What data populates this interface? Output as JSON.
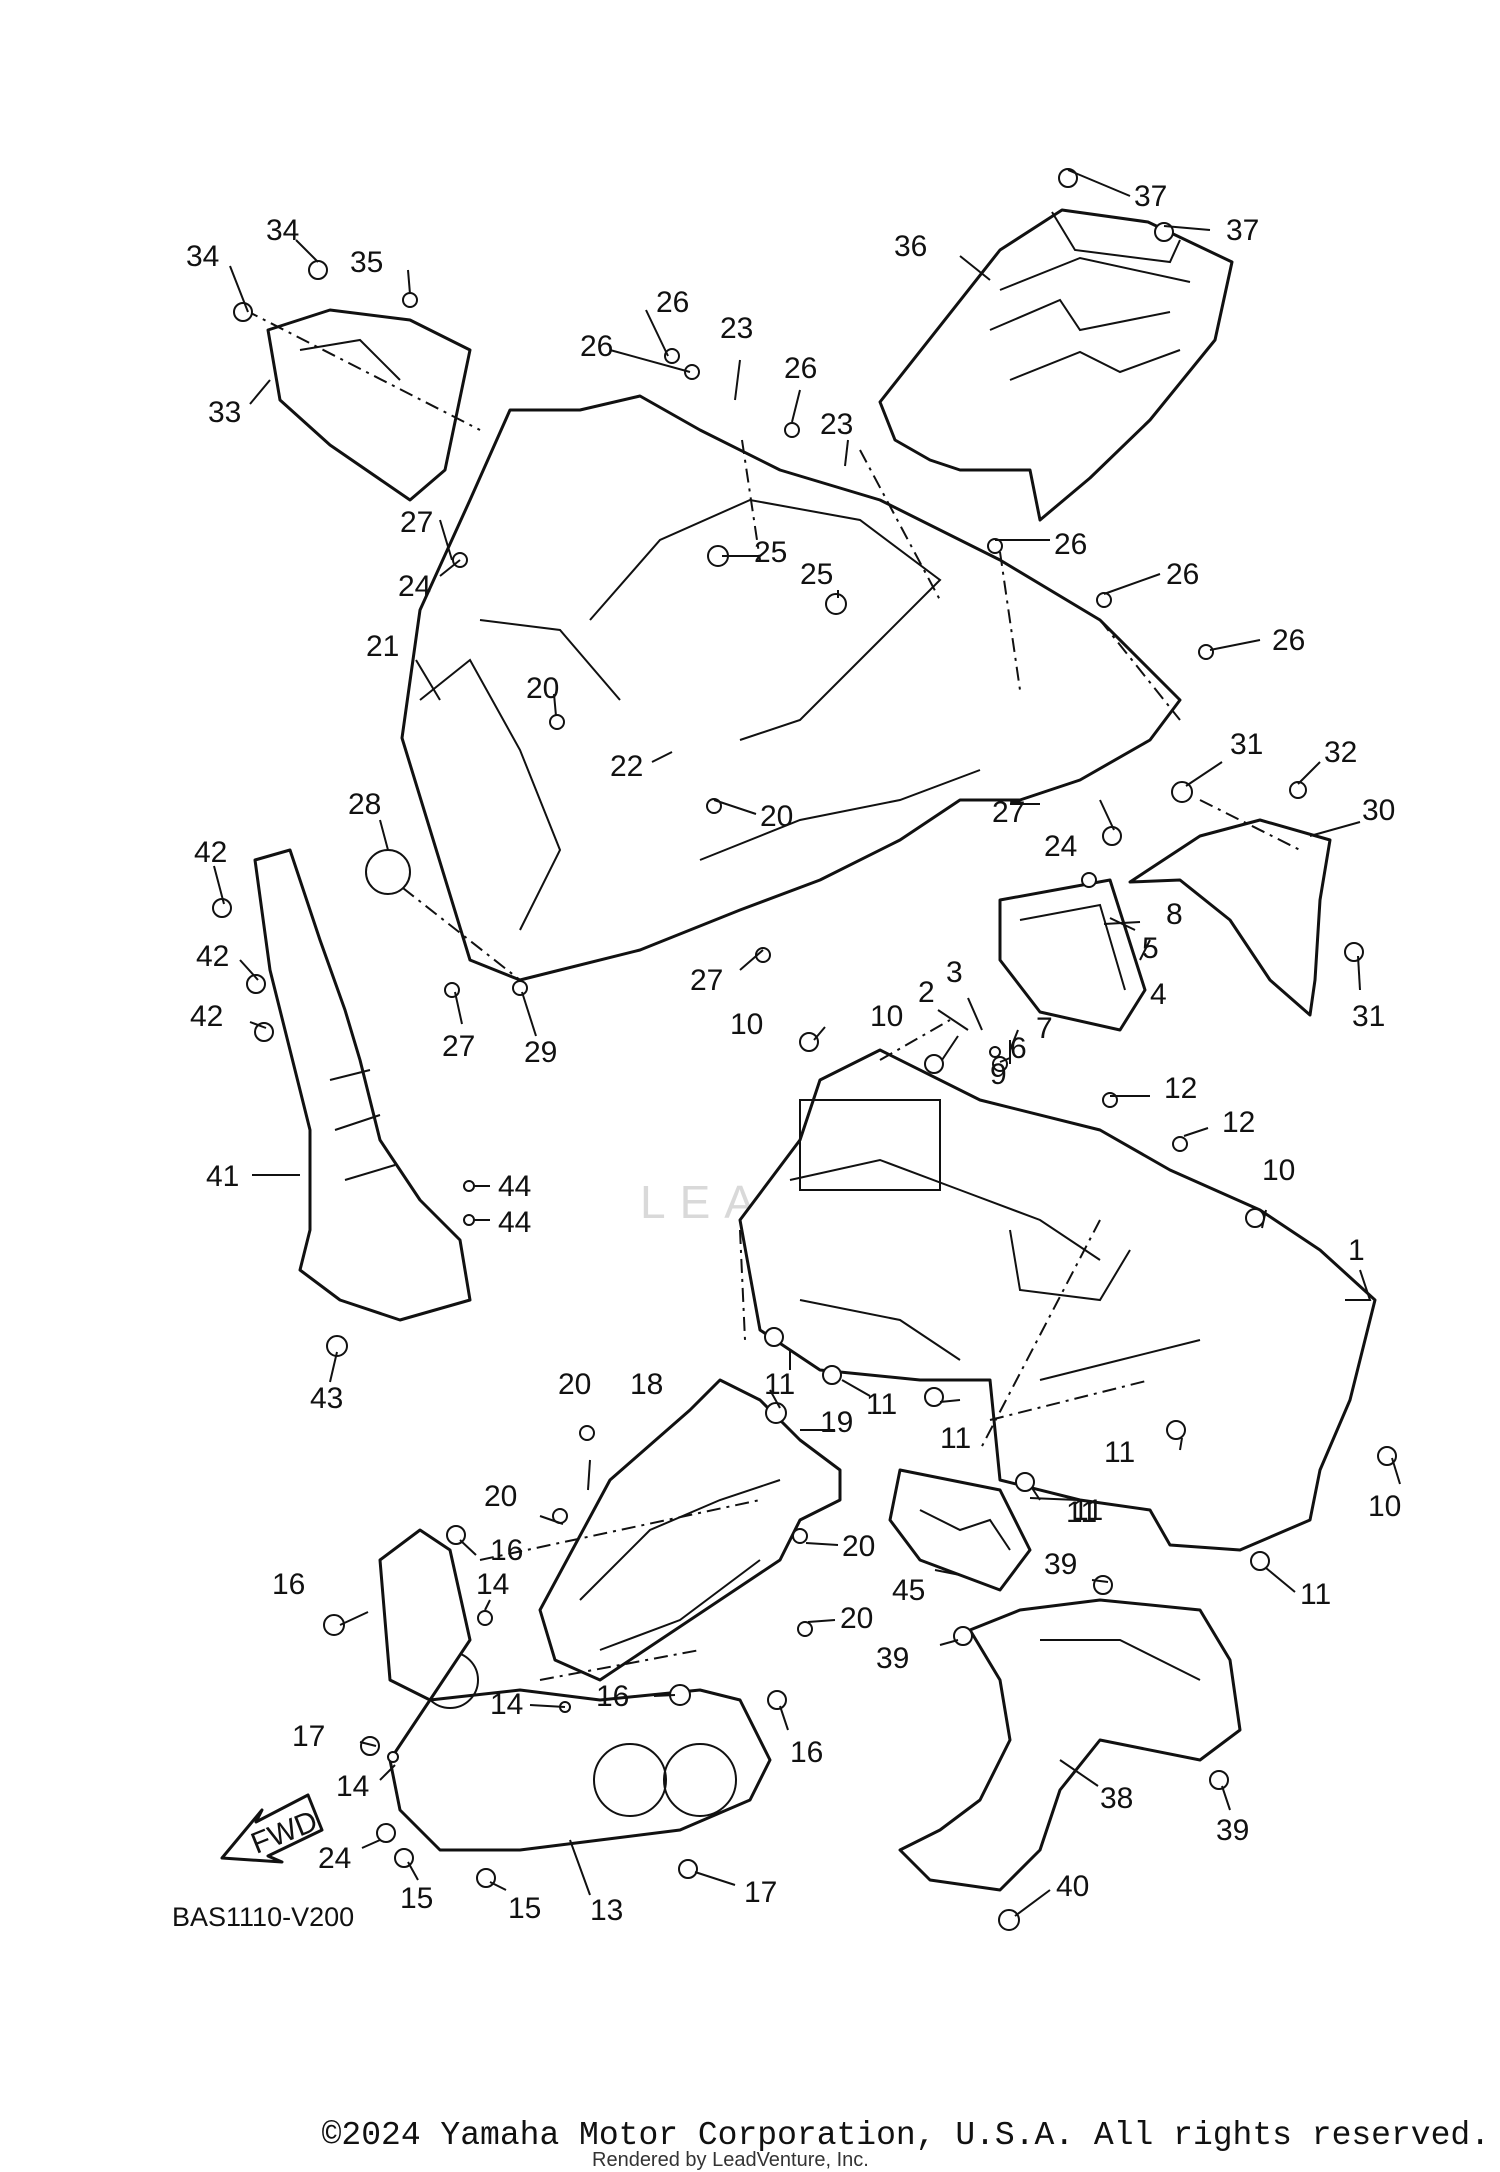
{
  "diagram": {
    "code": "BAS1110-V200",
    "fwd_label": "FWD",
    "watermark": "LEADVENTURE",
    "footer_copyright": "©2024 Yamaha Motor Corporation, U.S.A. All rights reserved.",
    "footer_rendered": "Rendered by LeadVenture, Inc.",
    "callouts": [
      "1",
      "2",
      "3",
      "4",
      "5",
      "6",
      "7",
      "8",
      "9",
      "10",
      "11",
      "12",
      "13",
      "14",
      "15",
      "16",
      "17",
      "18",
      "19",
      "20",
      "21",
      "22",
      "23",
      "24",
      "25",
      "26",
      "27",
      "28",
      "29",
      "30",
      "31",
      "32",
      "33",
      "34",
      "35",
      "36",
      "37",
      "38",
      "39",
      "40",
      "41",
      "42",
      "43",
      "44",
      "45"
    ]
  }
}
